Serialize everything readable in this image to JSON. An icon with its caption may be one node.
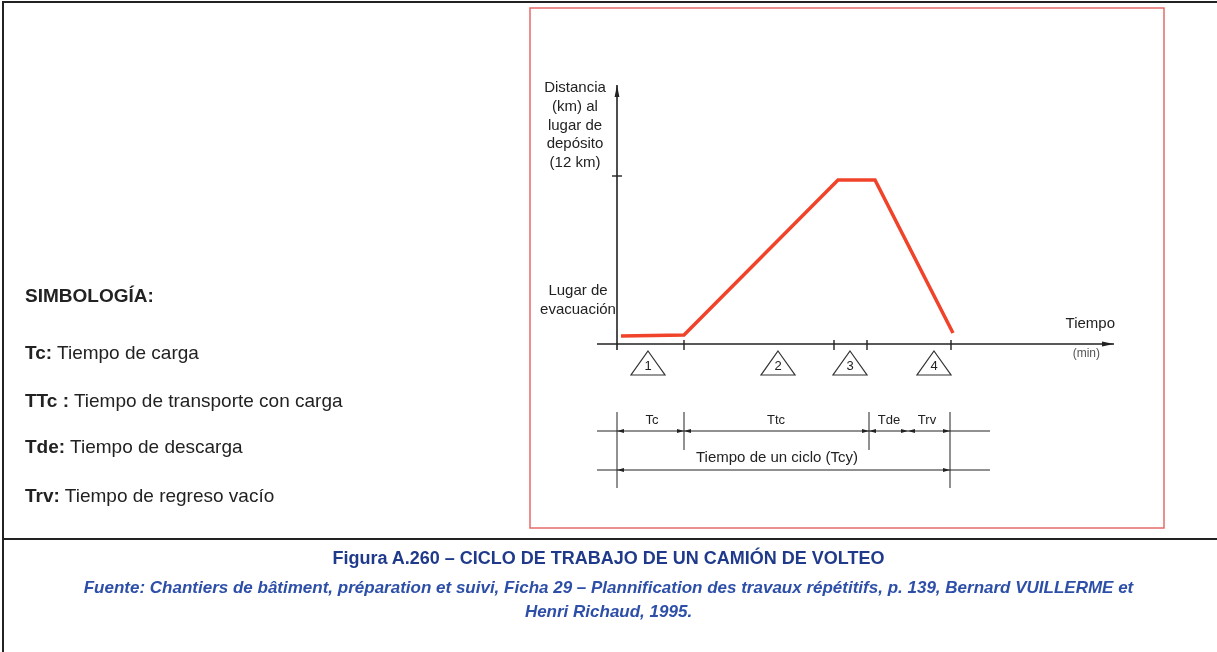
{
  "diagram": {
    "title": "Figura A.260 – CICLO DE TRABAJO DE UN CAMIÓN DE VOLTEO",
    "caption": "Fuente: Chantiers de bâtiment, préparation et suivi, Ficha 29 – Plannification des travaux répétitifs, p. 139, Bernard VUILLERME et Henri Richaud, 1995.",
    "labels": [
      "Distancia (km) al lugar de depósito (12 km)",
      "Lugar de evacuación",
      "Tiempo",
      "(min)",
      "1",
      "2",
      "3",
      "4",
      "Tc",
      "Ttc",
      "Tde",
      "Trv",
      "Tiempo de un ciclo (Tcy)",
      "SIMBOLOGÍA:",
      "**Tc:** Tiempo de carga",
      "**TTc :** Tiempo de transporte con carga",
      "**Tde:** Tiempo de descarga",
      "**Trv:** Tiempo de regreso vacío"
    ]
  }
}
